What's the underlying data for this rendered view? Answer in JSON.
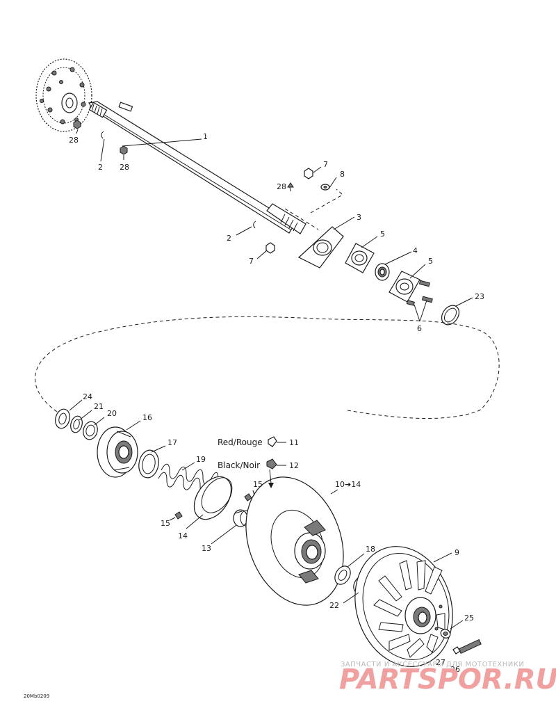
{
  "callouts": {
    "c1": "1",
    "c2a": "2",
    "c2b": "2",
    "c3": "3",
    "c4": "4",
    "c5a": "5",
    "c5b": "5",
    "c6": "6",
    "c7a": "7",
    "c7b": "7",
    "c8": "8",
    "c9": "9",
    "c10": "10➔14",
    "c11": "11",
    "c12": "12",
    "c13": "13",
    "c14": "14",
    "c15a": "15",
    "c15b": "15",
    "c16": "16",
    "c17": "17",
    "c18": "18",
    "c19": "19",
    "c20": "20",
    "c21": "21",
    "c22": "22",
    "c23": "23",
    "c24": "24",
    "c25": "25",
    "c26": "26",
    "c27": "27",
    "c28a": "28",
    "c28b": "28",
    "c28c": "28"
  },
  "labels": {
    "red": "Red/Rouge",
    "black": "Black/Noir"
  },
  "figure_ref": "20Mb0209",
  "watermark": {
    "line1": "ЗАПЧАСТИ И АКСЕССУАРЫ ДЛЯ МОТОТЕХНИКИ",
    "line2": "PARTSPOR.RU"
  }
}
